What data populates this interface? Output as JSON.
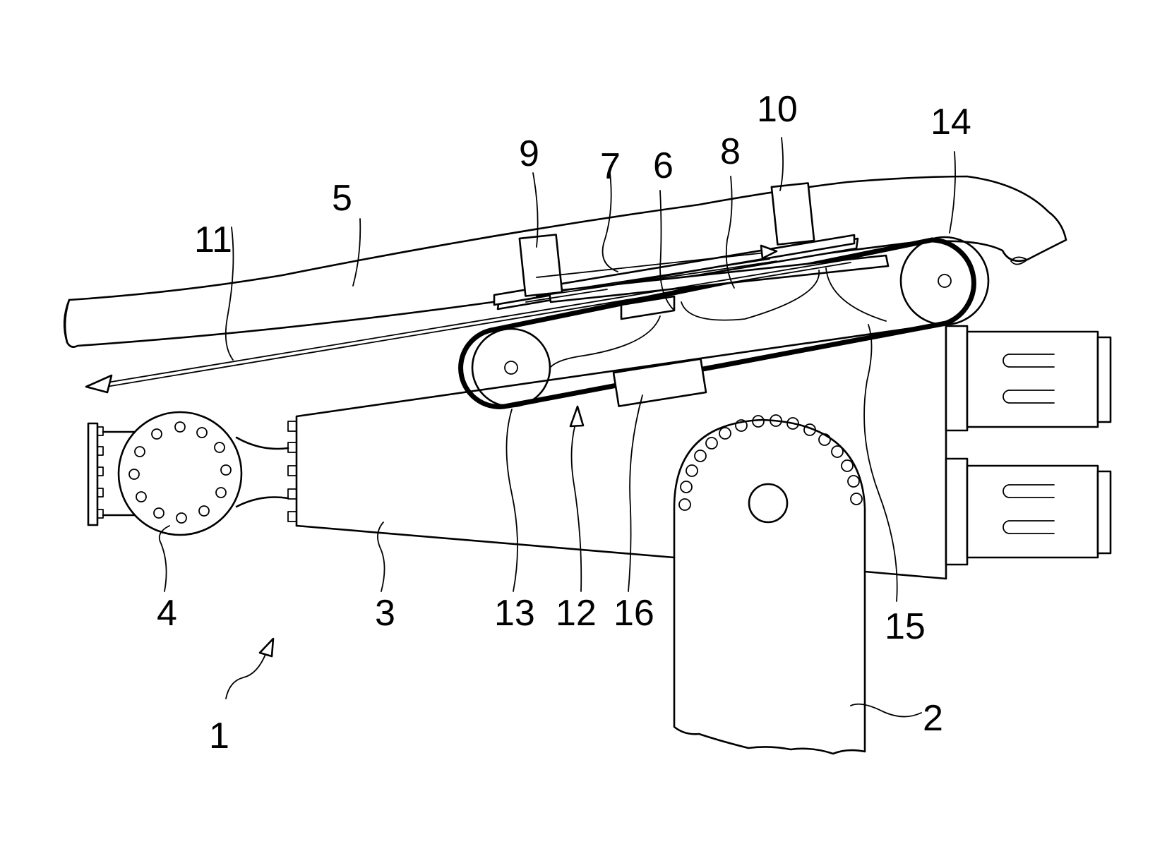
{
  "reference_numerals": [
    "1",
    "2",
    "3",
    "4",
    "5",
    "6",
    "7",
    "8",
    "9",
    "10",
    "11",
    "12",
    "13",
    "14",
    "15",
    "16"
  ]
}
